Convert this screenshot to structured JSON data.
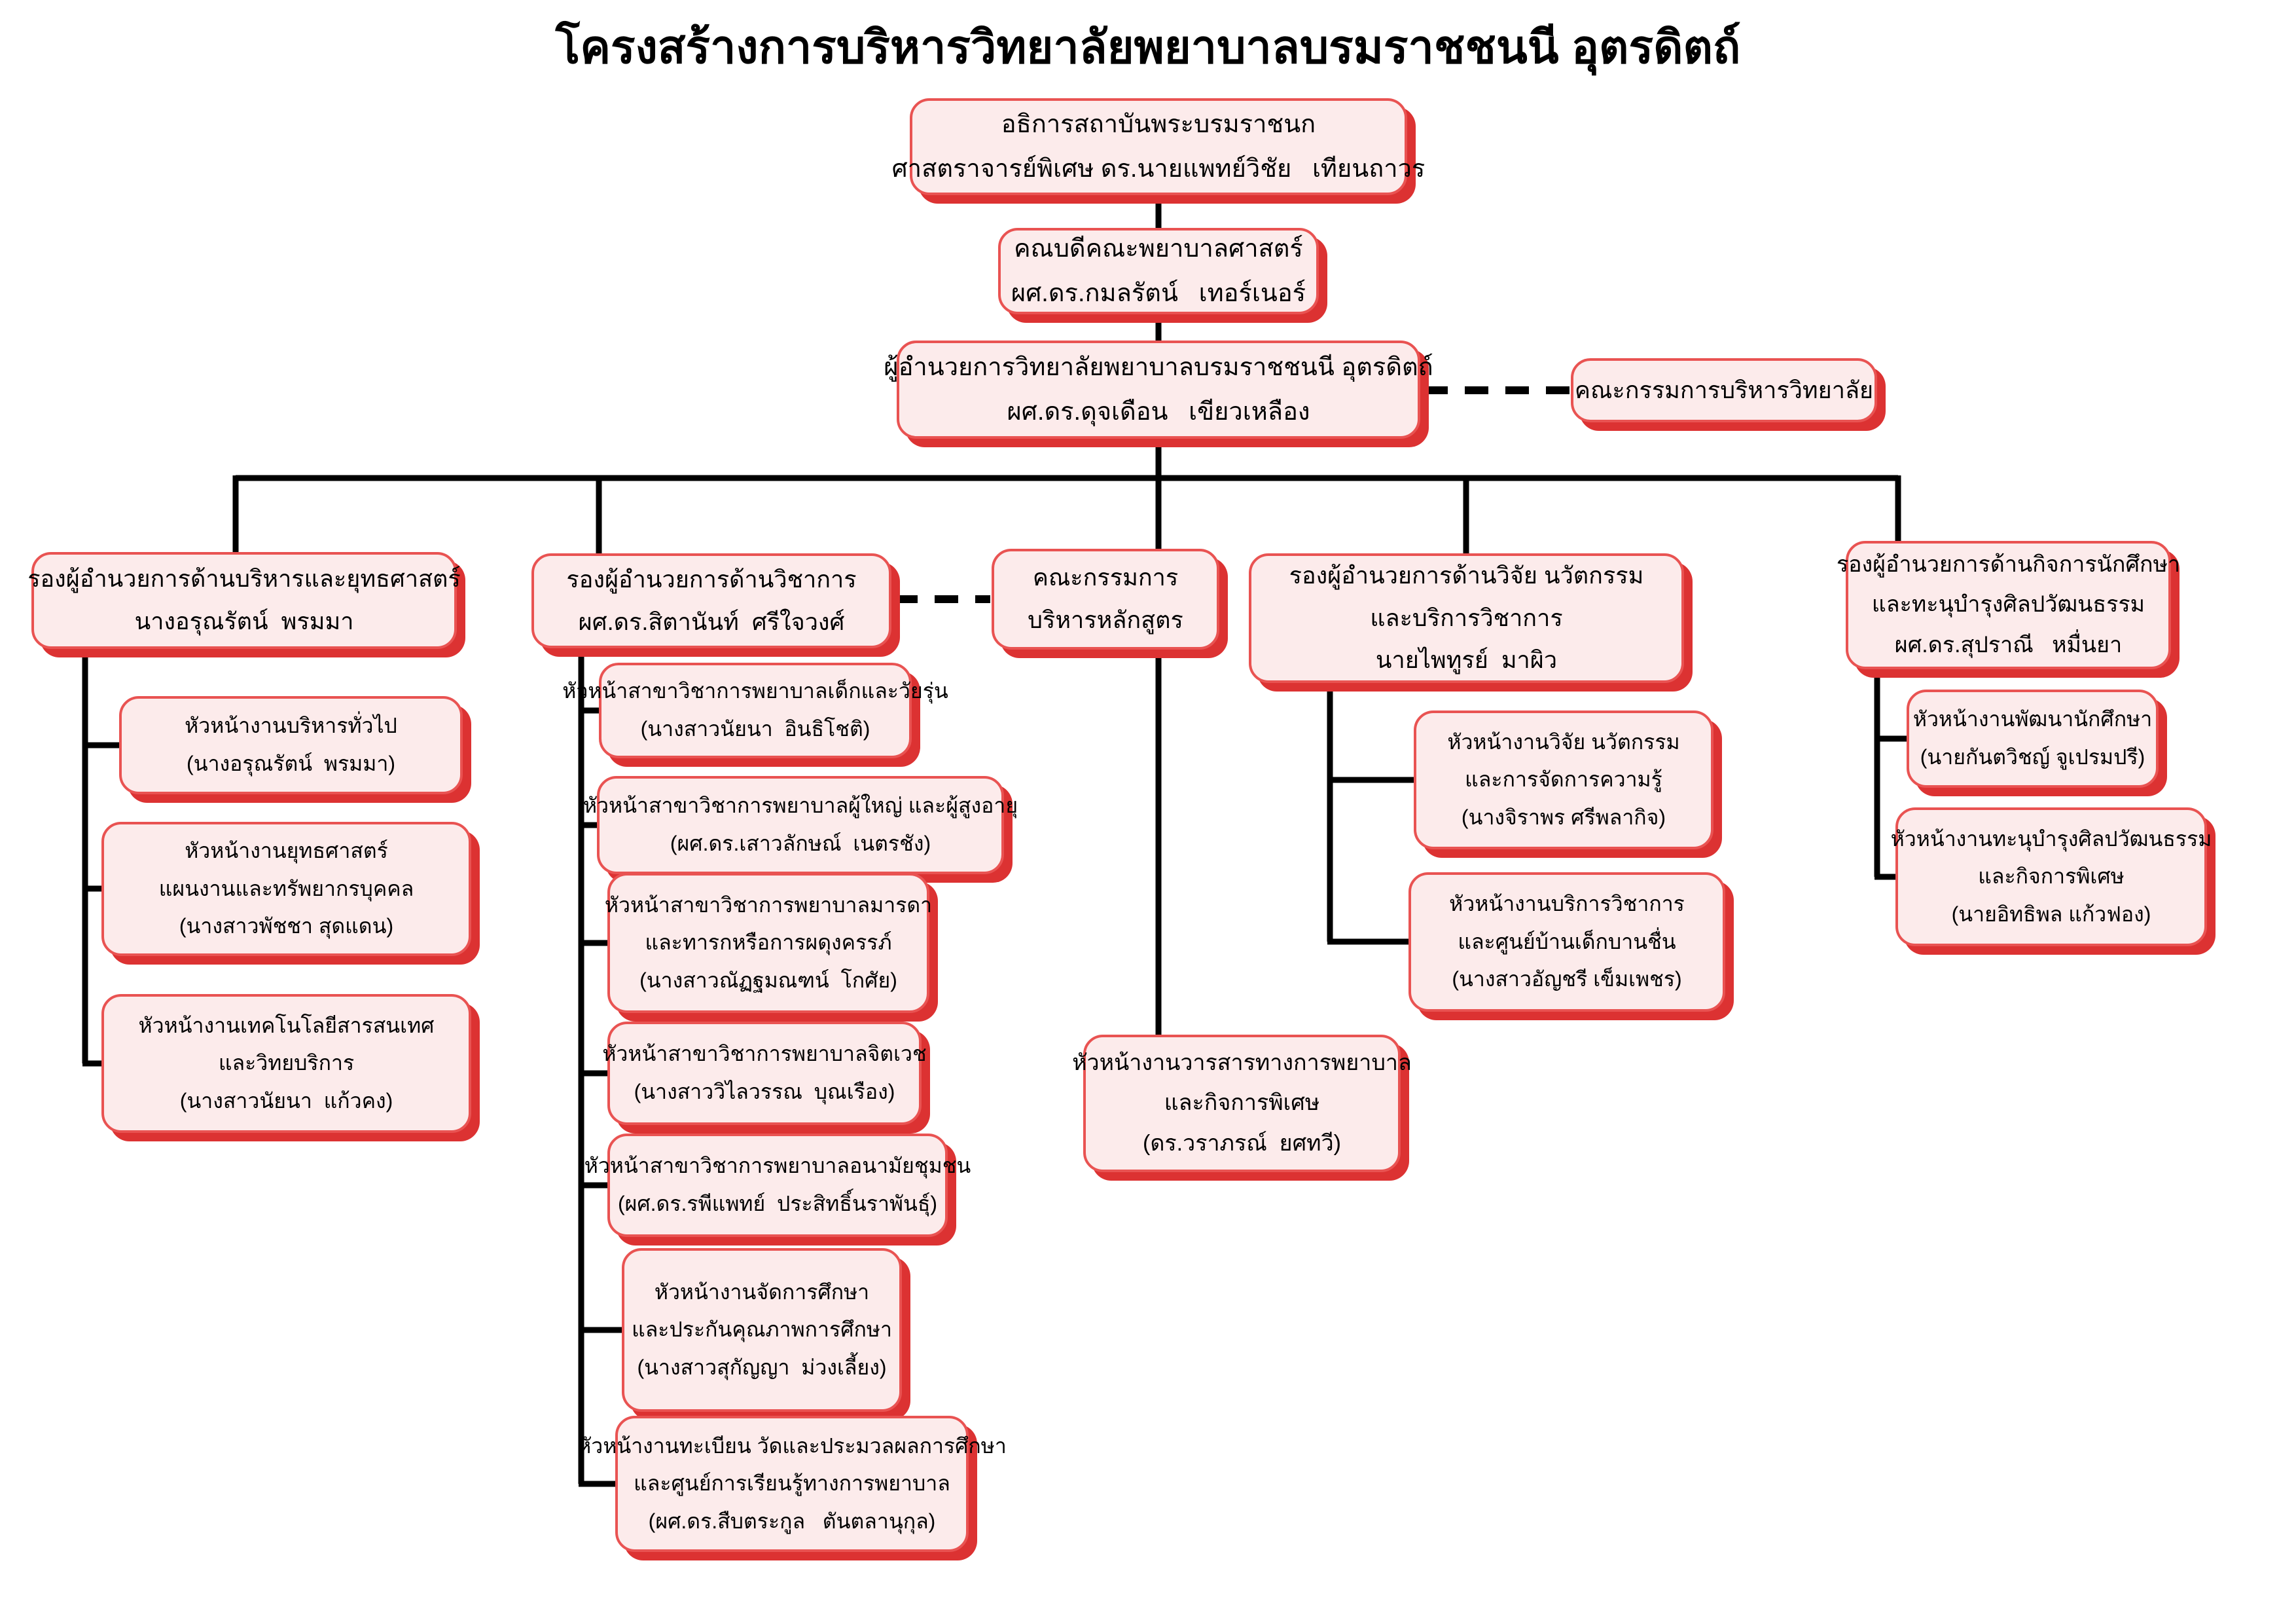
{
  "title": "โครงสร้างการบริหารวิทยาลัยพยาบาลบรมราชชนนี อุตรดิตถ์",
  "colors": {
    "box_fill": "#fcebeb",
    "box_border": "#e95352",
    "box_shadow": "#dc3232",
    "connector": "#000000"
  },
  "hierarchy": {
    "president": {
      "lines": [
        "อธิการสถาบันพระบรมราชนก",
        "ศาสตราจารย์พิเศษ ดร.นายแพทย์วิชัย   เทียนถาวร"
      ]
    },
    "dean": {
      "lines": [
        "คณบดีคณะพยาบาลศาสตร์",
        "ผศ.ดร.กมลรัตน์   เทอร์เนอร์"
      ]
    },
    "director": {
      "lines": [
        "ผู้อำนวยการวิทยาลัยพยาบาลบรมราชชนนี อุตรดิตถ์",
        "ผศ.ดร.ดุจเดือน   เขียวเหลือง"
      ]
    },
    "college_committee": {
      "lines": [
        "คณะกรรมการบริหารวิทยาลัย"
      ]
    },
    "curriculum_committee": {
      "lines": [
        "คณะกรรมการ",
        "บริหารหลักสูตร"
      ]
    },
    "journal_head": {
      "lines": [
        "หัวหน้างานวารสารทางการพยาบาล",
        "และกิจการพิเศษ",
        "(ดร.วราภรณ์  ยศทวี)"
      ]
    },
    "branches": {
      "admin": {
        "head": {
          "lines": [
            "รองผู้อำนวยการด้านบริหารและยุทธศาสตร์",
            "นางอรุณรัตน์  พรมมา"
          ]
        },
        "children": [
          {
            "lines": [
              "หัวหน้างานบริหารทั่วไป",
              "(นางอรุณรัตน์  พรมมา)"
            ]
          },
          {
            "lines": [
              "หัวหน้างานยุทธศาสตร์",
              "แผนงานและทรัพยากรบุคคล",
              "(นางสาวพัชชา สุดแดน)"
            ]
          },
          {
            "lines": [
              "หัวหน้างานเทคโนโลยีสารสนเทศ",
              "และวิทยบริการ",
              "(นางสาวนัยนา  แก้วคง)"
            ]
          }
        ]
      },
      "academic": {
        "head": {
          "lines": [
            "รองผู้อำนวยการด้านวิชาการ",
            "ผศ.ดร.สิตานันท์  ศรีใจวงศ์"
          ]
        },
        "children": [
          {
            "lines": [
              "หัวหน้าสาขาวิชาการพยาบาลเด็กและวัยรุ่น",
              "(นางสาวนัยนา  อินธิโชติ)"
            ]
          },
          {
            "lines": [
              "หัวหน้าสาขาวิชาการพยาบาลผู้ใหญ่ และผู้สูงอายุ",
              "(ผศ.ดร.เสาวลักษณ์  เนตรชัง)"
            ]
          },
          {
            "lines": [
              "หัวหน้าสาขาวิชาการพยาบาลมารดา",
              "และทารกหรือการผดุงครรภ์",
              "(นางสาวณัฏฐมณฑน์  โกศัย)"
            ]
          },
          {
            "lines": [
              "หัวหน้าสาขาวิชาการพยาบาลจิตเวช",
              "(นางสาววิไลวรรณ  บุณเรือง)"
            ]
          },
          {
            "lines": [
              "หัวหน้าสาขาวิชาการพยาบาลอนามัยชุมชน",
              "(ผศ.ดร.รพีแพทย์  ประสิทธิ์นราพันธุ์)"
            ]
          },
          {
            "lines": [
              "หัวหน้างานจัดการศึกษา",
              "และประกันคุณภาพการศึกษา",
              "(นางสาวสุกัญญา  ม่วงเลี้ยง)"
            ]
          },
          {
            "lines": [
              "หัวหน้างานทะเบียน วัดและประมวลผลการศึกษา",
              "และศูนย์การเรียนรู้ทางการพยาบาล",
              "(ผศ.ดร.สืบตระกูล   ตันตลานุกุล)"
            ]
          }
        ]
      },
      "research": {
        "head": {
          "lines": [
            "รองผู้อำนวยการด้านวิจัย นวัตกรรม",
            "และบริการวิชาการ",
            "นายไพทูรย์  มาผิว"
          ]
        },
        "children": [
          {
            "lines": [
              "หัวหน้างานวิจัย นวัตกรรม",
              "และการจัดการความรู้",
              "(นางจิราพร ศรีพลากิจ)"
            ]
          },
          {
            "lines": [
              "หัวหน้างานบริการวิชาการ",
              "และศูนย์บ้านเด็กบานชื่น",
              "(นางสาวอัญชรี เข็มเพชร)"
            ]
          }
        ]
      },
      "student": {
        "head": {
          "lines": [
            "รองผู้อำนวยการด้านกิจการนักศึกษา",
            "และทะนุบำรุงศิลปวัฒนธรรม",
            "ผศ.ดร.สุปราณี   หมื่นยา"
          ]
        },
        "children": [
          {
            "lines": [
              "หัวหน้างานพัฒนานักศึกษา",
              "(นายกันตวิชญ์ จูเปรมปรี)"
            ]
          },
          {
            "lines": [
              "หัวหน้างานทะนุบำรุงศิลปวัฒนธรรม",
              "และกิจการพิเศษ",
              "(นายอิทธิพล แก้วฟอง)"
            ]
          }
        ]
      }
    }
  }
}
